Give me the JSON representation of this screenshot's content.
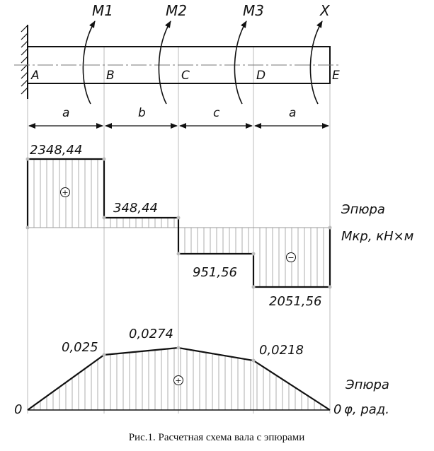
{
  "moments": [
    "M1",
    "M2",
    "M3",
    "X"
  ],
  "sections": [
    "A",
    "B",
    "C",
    "D",
    "E"
  ],
  "segments": [
    "a",
    "b",
    "c",
    "a"
  ],
  "torque_values": [
    "2348,44",
    "348,44",
    "951,56",
    "2051,56"
  ],
  "torque_signs": [
    "+",
    "−"
  ],
  "torque_title_line1": "Эпюра",
  "torque_title_line2": "Mкр, кН×м",
  "angle_values": [
    "0",
    "0,025",
    "0,0274",
    "0,0218",
    "0"
  ],
  "angle_sign": "+",
  "angle_title_line1": "Эпюра",
  "angle_title_line2": "φ, рад.",
  "caption": "Рис.1. Расчетная схема вала с эпюрами",
  "chart_data": {
    "torque": {
      "sections": [
        "AB",
        "BC",
        "CD",
        "DE"
      ],
      "values": [
        2348.44,
        348.44,
        -951.56,
        -2051.56
      ],
      "unit": "кН×м"
    },
    "twist_angle": {
      "points": [
        "A",
        "B",
        "C",
        "D",
        "E"
      ],
      "values": [
        0,
        0.025,
        0.0274,
        0.0218,
        0
      ],
      "unit": "рад."
    }
  }
}
